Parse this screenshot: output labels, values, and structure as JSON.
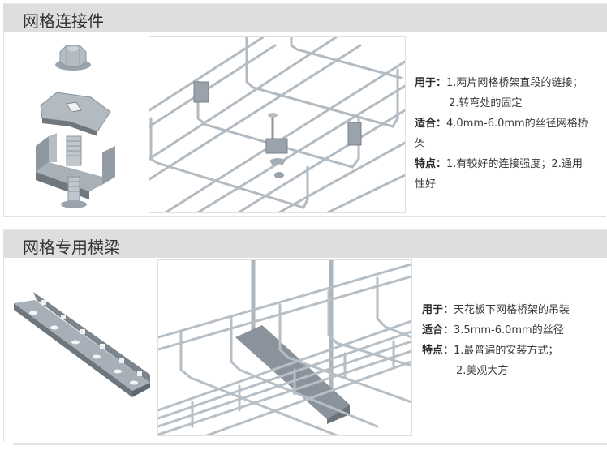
{
  "sections": [
    {
      "title": "网格连接件",
      "small_image": "connector-parts-illustration",
      "big_image": "wire-mesh-tray-connector-illustration",
      "specs": {
        "use_label": "用于：",
        "use_line1": "1.两片网格桥架直段的链接；",
        "use_line2": "2.转弯处的固定",
        "fit_label": "适合：",
        "fit_line1": "4.0mm-6.0mm的丝径网格桥",
        "fit_line2": "架",
        "feature_label": "特点：",
        "feature_line1": "1.有较好的连接强度；2.通用",
        "feature_line2": "性好"
      }
    },
    {
      "title": "网格专用横梁",
      "small_image": "cross-beam-channel-illustration",
      "big_image": "wire-mesh-tray-hanging-beam-illustration",
      "specs": {
        "use_label": "用于：",
        "use_line1": "天花板下网格桥架的吊装",
        "fit_label": "适合：",
        "fit_line1": "3.5mm-6.0mm的丝径",
        "feature_label": "特点：",
        "feature_line1": "1.最普遍的安装方式；",
        "feature_line2": "2.美观大方"
      }
    }
  ],
  "colors": {
    "header_bg": "#dedede",
    "metal": "#a9b2ba",
    "metal_dark": "#7d868e",
    "wire": "#b9c1c8"
  }
}
